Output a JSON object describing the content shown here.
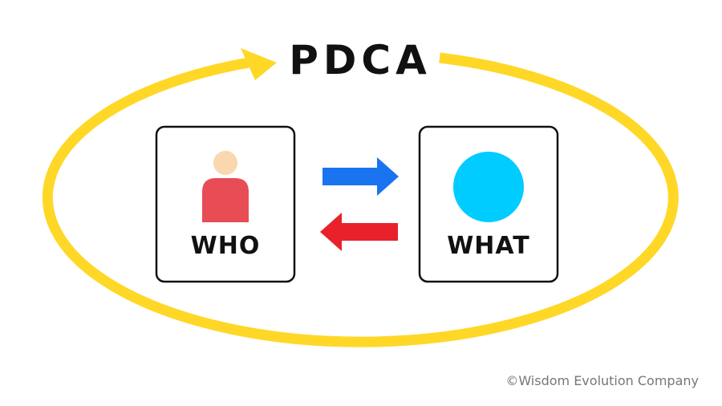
{
  "title": "PDCA",
  "who_box": {
    "label": "WHO",
    "icon": "person-icon"
  },
  "what_box": {
    "label": "WHAT",
    "icon": "circle-icon"
  },
  "arrows": {
    "forward": {
      "direction": "right",
      "color": "#1a74f0"
    },
    "backward": {
      "direction": "left",
      "color": "#e8212a"
    }
  },
  "cycle": {
    "color": "#ffd726",
    "icon": "cycle-arrow-icon"
  },
  "colors": {
    "person_head": "#fad7ae",
    "person_body": "#e84d56",
    "what_circle": "#00ccff",
    "box_border": "#111111"
  },
  "copyright": "©Wisdom Evolution Company"
}
